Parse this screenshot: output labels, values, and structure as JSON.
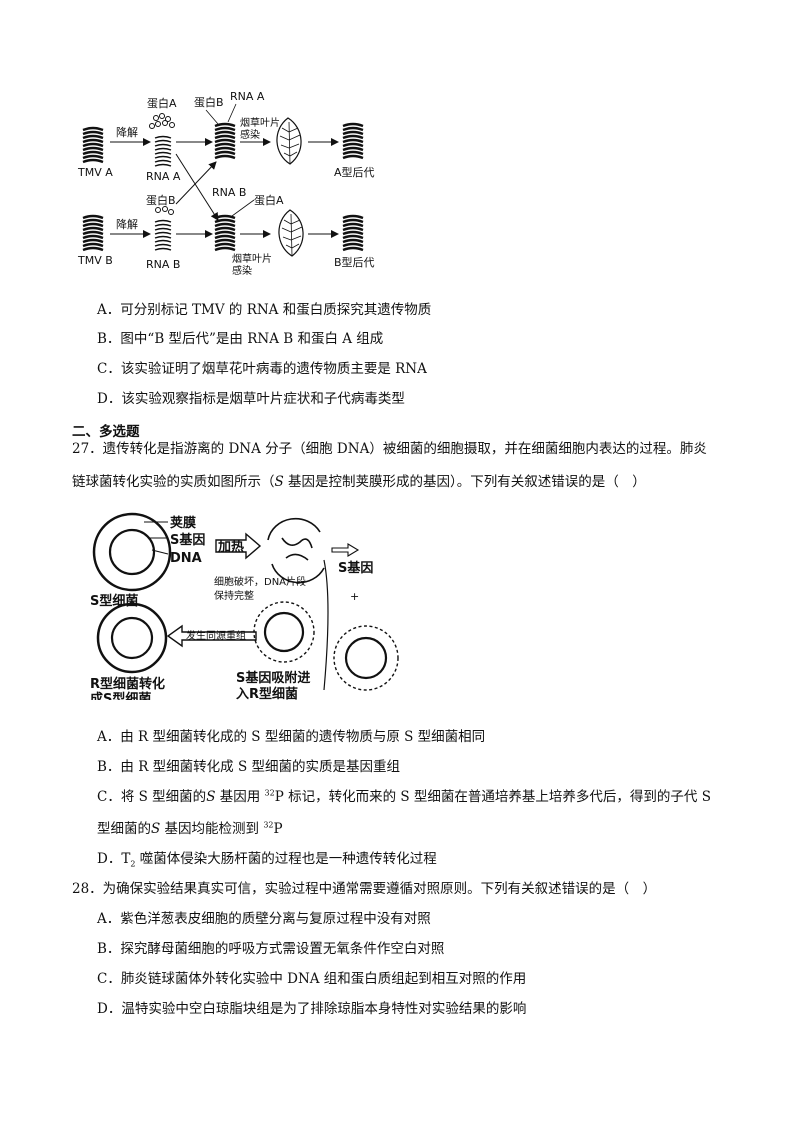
{
  "figure1": {
    "labels": {
      "protein_a_top": "蛋白A",
      "protein_b_top": "蛋白B",
      "rna_a_top": "RNA A",
      "degrade_1": "降解",
      "tobacco_1": "烟草叶片",
      "infect_1": "感染",
      "tmv_a": "TMV A",
      "rna_a_bottom": "RNA A",
      "a_offspring": "A型后代",
      "protein_b_mid": "蛋白B",
      "rna_b_mid": "RNA B",
      "protein_a_mid": "蛋白A",
      "degrade_2": "降解",
      "tmv_b": "TMV B",
      "rna_b_bottom": "RNA B",
      "tobacco_2": "烟草叶片",
      "infect_2": "感染",
      "b_offspring": "B型后代"
    }
  },
  "q26_options": [
    {
      "letter": "A．",
      "text": "可分别标记 TMV 的 RNA 和蛋白质探究其遗传物质"
    },
    {
      "letter": "B．",
      "text": "图中“B 型后代”是由 RNA B 和蛋白 A 组成"
    },
    {
      "letter": "C．",
      "text": "该实验证明了烟草花叶病毒的遗传物质主要是 RNA"
    },
    {
      "letter": "D．",
      "text": "该实验观察指标是烟草叶片症状和子代病毒类型"
    }
  ],
  "section2_title": "二、多选题",
  "q27": {
    "line1": "27．遗传转化是指游离的 DNA 分子（细胞 DNA）被细菌的细胞摄取，并在细菌细胞内表达的过程。肺炎",
    "line2_a": "链球菌转化实验的实质如图所示（",
    "line2_s": "S",
    "line2_b": " 基因是控制荚膜形成的基因）。下列有关叙述错误的是（　）"
  },
  "figure2": {
    "labels": {
      "capsule": "荚膜",
      "s_gene": "S基因",
      "dna": "DNA",
      "heat": "加热",
      "s_bacteria": "S型细菌",
      "broken": "细胞破坏，DNA片段",
      "intact": "保持完整",
      "s_gene_right": "S基因",
      "plus": "+",
      "recomb": "发生同源重组",
      "r_to_s_1": "R型细菌转化",
      "r_to_s_2": "成S型细菌",
      "adsorb_1": "S基因吸附进",
      "adsorb_2": "入R型细菌"
    }
  },
  "q27_options": {
    "a": {
      "letter": "A．",
      "text": "由 R 型细菌转化成的 S 型细菌的遗传物质与原 S 型细菌相同"
    },
    "b": {
      "letter": "B．",
      "text": "由 R 型细菌转化成 S 型细菌的实质是基因重组"
    },
    "c1_a": "将 S 型细菌的",
    "c1_s": "S",
    "c1_b": " 基因用 ",
    "c1_sup": "32",
    "c1_c": "P 标记，转化而来的 S 型细菌在普通培养基上培养多代后，得到的子代 S",
    "c2_a": "型细菌的",
    "c2_s": "S",
    "c2_b": " 基因均能检测到 ",
    "c2_sup": "32",
    "c2_c": "P",
    "c_letter": "C．",
    "d_letter": "D．",
    "d_t": "T",
    "d_sub": "2",
    "d_rest": " 噬菌体侵染大肠杆菌的过程也是一种遗传转化过程"
  },
  "q28": {
    "stem": "28．为确保实验结果真实可信，实验过程中通常需要遵循对照原则。下列有关叙述错误的是（　）",
    "options": [
      {
        "letter": "A．",
        "text": "紫色洋葱表皮细胞的质壁分离与复原过程中没有对照"
      },
      {
        "letter": "B．",
        "text": "探究酵母菌细胞的呼吸方式需设置无氧条件作空白对照"
      },
      {
        "letter": "C．",
        "text": "肺炎链球菌体外转化实验中 DNA 组和蛋白质组起到相互对照的作用"
      },
      {
        "letter": "D．",
        "text": "温特实验中空白琼脂块组是为了排除琼脂本身特性对实验结果的影响"
      }
    ]
  }
}
